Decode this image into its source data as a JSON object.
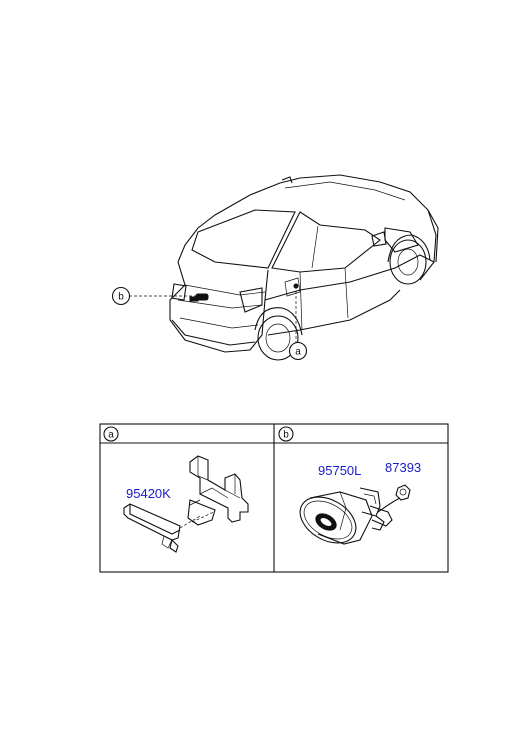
{
  "callouts": {
    "a": "a",
    "b": "b"
  },
  "panels": {
    "a": {
      "tag": "a",
      "parts": [
        {
          "number": "95420K"
        }
      ]
    },
    "b": {
      "tag": "b",
      "parts": [
        {
          "number": "95750L"
        },
        {
          "number": "87393"
        }
      ]
    }
  },
  "colors": {
    "part_number": "#1a1acc",
    "lines": "#111111"
  }
}
